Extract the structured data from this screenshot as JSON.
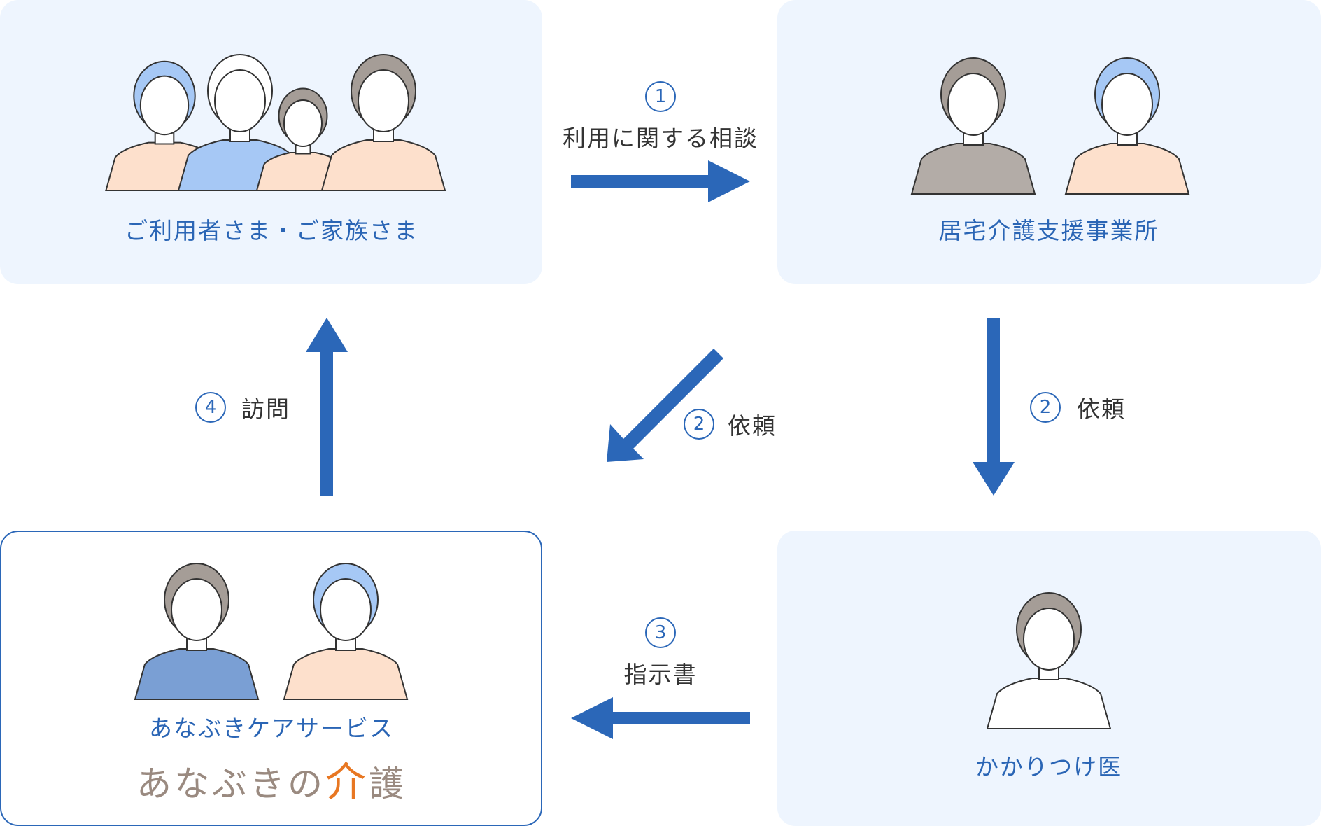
{
  "nodes": {
    "family": {
      "label": "ご利用者さま・ご家族さま"
    },
    "care_office": {
      "label": "居宅介護支援事業所"
    },
    "doctor": {
      "label": "かかりつけ医"
    },
    "service": {
      "label": "あなぶきケアサービス",
      "logo_prefix": "あなぶきの",
      "logo_kai": "介",
      "logo_go": "護"
    }
  },
  "steps": [
    {
      "num": "1",
      "label": "利用に関する相談"
    },
    {
      "num": "2",
      "label": "依頼"
    },
    {
      "num": "2",
      "label": "依頼"
    },
    {
      "num": "3",
      "label": "指示書"
    },
    {
      "num": "4",
      "label": "訪問"
    }
  ],
  "colors": {
    "accent": "#2b67b8",
    "box_bg": "#eef5fe",
    "logo_orange": "#e87722",
    "logo_gray": "#9a8a80"
  }
}
